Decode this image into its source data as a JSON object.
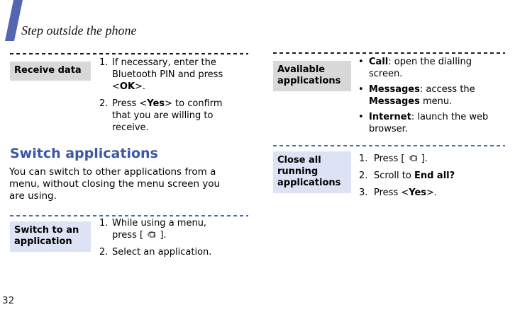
{
  "header": {
    "title": "Step outside the phone"
  },
  "footer": {
    "page_number": "32"
  },
  "colors": {
    "stripe_blue": "#5566b1",
    "heading_blue": "#3a57a8",
    "dash_black": "#1c1c1c",
    "dash_blue": "#4173b0",
    "label_gray_bg": "#d8d8d8",
    "label_blue_bg": "#dde3f4"
  },
  "left": {
    "receive_data": {
      "label": "Receive data",
      "steps": [
        [
          {
            "t": "If necessary, enter the Bluetooth PIN and press <"
          },
          {
            "t": "OK",
            "b": 1
          },
          {
            "t": ">."
          }
        ],
        [
          {
            "t": "Press <"
          },
          {
            "t": "Yes",
            "b": 1
          },
          {
            "t": "> to confirm that you are willing to receive."
          }
        ]
      ]
    },
    "switch_applications": {
      "heading": "Switch applications",
      "body": "You can switch to other applications from a menu, without closing the menu screen you are using.",
      "switch_to": {
        "label": "Switch to an application",
        "steps": [
          [
            {
              "t": "While using a menu, press ["
            },
            {
              "icon": "app-switch-key"
            },
            {
              "t": "]."
            }
          ],
          [
            {
              "t": "Select an application."
            }
          ]
        ]
      }
    }
  },
  "right": {
    "available_applications": {
      "label": "Available applications",
      "items": [
        [
          {
            "t": "Call",
            "b": 1
          },
          {
            "t": ": open the dialling screen."
          }
        ],
        [
          {
            "t": "Messages",
            "b": 1
          },
          {
            "t": ": access the "
          },
          {
            "t": "Messages",
            "b": 1
          },
          {
            "t": " menu."
          }
        ],
        [
          {
            "t": "Internet",
            "b": 1
          },
          {
            "t": ": launch the web browser."
          }
        ]
      ]
    },
    "close_all": {
      "label": "Close all running applications",
      "steps": [
        [
          {
            "t": "Press ["
          },
          {
            "icon": "app-switch-key"
          },
          {
            "t": "]."
          }
        ],
        [
          {
            "t": "Scroll to "
          },
          {
            "t": "End all?",
            "b": 1
          }
        ],
        [
          {
            "t": "Press <"
          },
          {
            "t": "Yes",
            "b": 1
          },
          {
            "t": ">."
          }
        ]
      ]
    }
  }
}
